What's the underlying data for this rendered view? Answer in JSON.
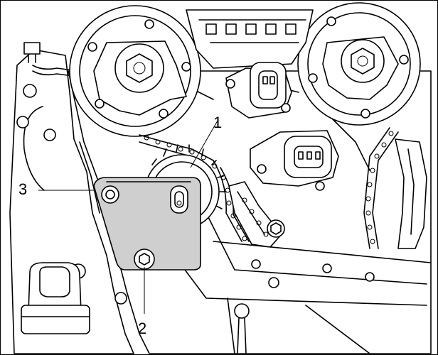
{
  "callouts": [
    {
      "id": "1",
      "label": "1"
    },
    {
      "id": "2",
      "label": "2"
    },
    {
      "id": "3",
      "label": "3"
    }
  ],
  "colors": {
    "line": "#000000",
    "background": "#ffffff",
    "tool_fill": "#cfcfcf"
  }
}
